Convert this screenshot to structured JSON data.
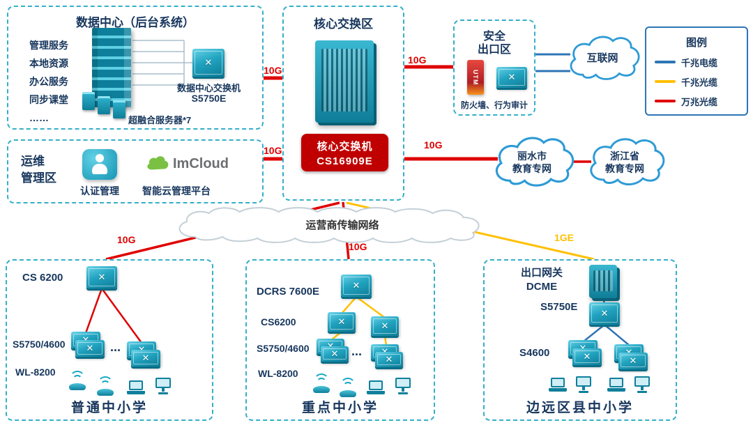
{
  "legend": {
    "title": "图例",
    "items": [
      {
        "label": "千兆电缆",
        "color": "#2E75B6"
      },
      {
        "label": "千兆光缆",
        "color": "#FFC000"
      },
      {
        "label": "万兆光缆",
        "color": "#E00000"
      }
    ]
  },
  "datacenter": {
    "title": "数据中心（后台系统）",
    "services": [
      "管理服务",
      "本地资源",
      "办公服务",
      "同步课堂",
      "……"
    ],
    "switch_name": "数据中心交换机",
    "switch_model": "S5750E",
    "servers_label": "超融合服务器*7"
  },
  "core": {
    "title": "核心交换区",
    "badge_name": "核心交换机",
    "badge_model": "CS16909E"
  },
  "security": {
    "title_line1": "安全",
    "title_line2": "出口区",
    "devices_label": "防火墙、行为审计",
    "utm_label": "UTM"
  },
  "ops": {
    "title_line1": "运维",
    "title_line2": "管理区",
    "auth_label": "认证管理",
    "cloud_brand": "ImCloud",
    "platform_label": "智能云管理平台"
  },
  "clouds": {
    "internet": "互联网",
    "lishui_line1": "丽水市",
    "lishui_line2": "教育专网",
    "zhejiang_line1": "浙江省",
    "zhejiang_line2": "教育专网",
    "carrier": "运营商传输网络"
  },
  "links": {
    "dc_core": "10G",
    "core_security": "10G",
    "ops_core": "10G",
    "core_lishui": "10G",
    "carrier_school1": "10G",
    "carrier_school2": "10G",
    "carrier_school3": "1GE"
  },
  "schools": [
    {
      "name": "普通中小学",
      "ellipsis": "...",
      "devices": [
        "CS 6200",
        "S5750/4600",
        "WL-8200"
      ]
    },
    {
      "name": "重点中小学",
      "ellipsis": "...",
      "devices": [
        "DCRS 7600E",
        "CS6200",
        "S5750/4600",
        "WL-8200"
      ]
    },
    {
      "name": "边远区县中小学",
      "gateway_line1": "出口网关",
      "gateway_line2": "DCME",
      "devices": [
        "S5750E",
        "S4600"
      ]
    }
  ]
}
